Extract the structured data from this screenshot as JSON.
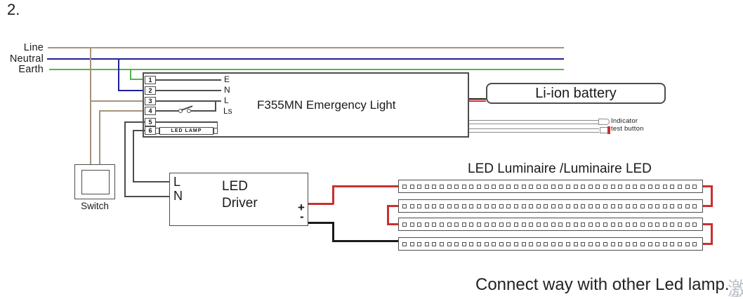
{
  "page": {
    "number_label": "2.",
    "footer": "Connect way with other Led lamp.",
    "watermark": "激"
  },
  "mains": {
    "labels": [
      "Line",
      "Neutral",
      "Earth"
    ]
  },
  "emergency_light": {
    "title": "F355MN Emergency Light",
    "terminals": [
      "1",
      "2",
      "3",
      "4",
      "5",
      "6"
    ],
    "pin_labels": [
      "E",
      "N",
      "L",
      "Ls"
    ],
    "lamp_label": "LED LAMP"
  },
  "battery": {
    "label": "Li-ion battery"
  },
  "indicator": {
    "label": "Indicator"
  },
  "test_button": {
    "label": "test button"
  },
  "switch": {
    "label": "Switch"
  },
  "driver": {
    "title_line1": "LED",
    "title_line2": "Driver",
    "input_labels": [
      "L",
      "N"
    ],
    "output_labels": [
      "+",
      "-"
    ]
  },
  "luminaire": {
    "title": "LED Luminaire /Luminaire LED",
    "strip_count": 4,
    "leds_per_strip": 40
  },
  "colors": {
    "wire_line": "#a6937a",
    "wire_neutral": "#20209a",
    "wire_earth": "#55b44b",
    "wire_red": "#c93030",
    "wire_black": "#1a1a1a",
    "wire_gray": "#8c8c8c",
    "outline": "#4d4d4d"
  }
}
